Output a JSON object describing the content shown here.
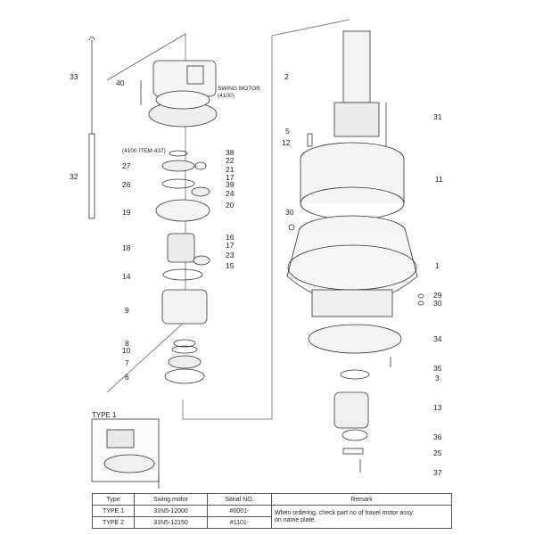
{
  "swing_motor_label": [
    "SWING MOTOR",
    "(4100)"
  ],
  "item_ref_label": "(4100 ITEM 437)",
  "type_caption": "TYPE 1",
  "part_numbers_left": [
    "33",
    "40",
    "32",
    "38",
    "22",
    "27",
    "21",
    "17",
    "26",
    "39",
    "24",
    "19",
    "20",
    "18",
    "16",
    "17",
    "23",
    "15",
    "14",
    "9",
    "8",
    "10",
    "7",
    "6"
  ],
  "part_numbers_right": [
    "2",
    "31",
    "5",
    "12",
    "11",
    "30",
    "1",
    "29",
    "30",
    "34",
    "35",
    "3",
    "13",
    "36",
    "25",
    "37"
  ],
  "table": {
    "headers": [
      "Type",
      "Swing motor",
      "Serial NO.",
      "Remark"
    ],
    "rows": [
      {
        "type": "TYPE 1",
        "motor": "31N5-12000",
        "serial": "#0001-"
      },
      {
        "type": "TYPE 2",
        "motor": "31N5-12150",
        "serial": "#1101-"
      }
    ],
    "remark": [
      "When ordering, check part no of travel motor assy",
      "on name plate."
    ]
  }
}
